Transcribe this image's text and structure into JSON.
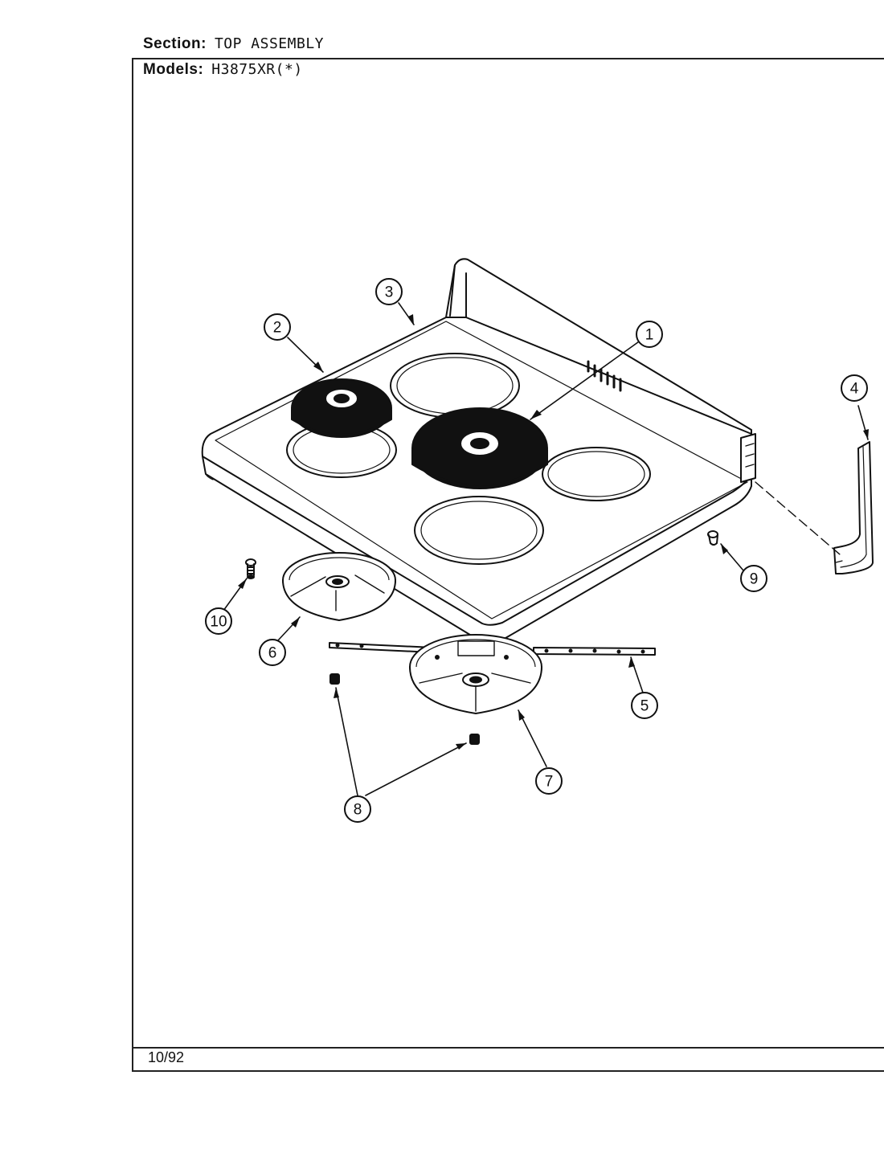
{
  "header": {
    "section_label": "Section:",
    "section_value": "TOP ASSEMBLY",
    "models_label": "Models:",
    "models_value": "H3875XR(*)"
  },
  "footer": {
    "date": "10/92"
  },
  "callouts": [
    "1",
    "2",
    "3",
    "4",
    "5",
    "6",
    "7",
    "8",
    "9",
    "10"
  ]
}
